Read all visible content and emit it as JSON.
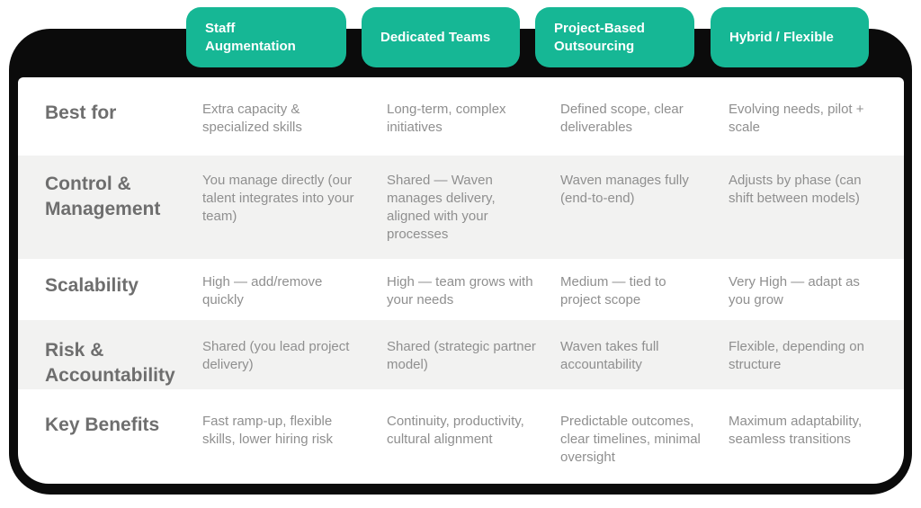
{
  "colors": {
    "accent_teal": "#16B795",
    "shell_black": "#0b0b0b",
    "stripe_gray": "#f2f2f1",
    "label_text": "#6e6e6e",
    "cell_text": "#8f8f8f"
  },
  "chart_data": {
    "type": "table",
    "title": "",
    "columns": [
      "Staff Augmentation",
      "Dedicated Teams",
      "Project-Based Outsourcing",
      "Hybrid / Flexible"
    ],
    "row_labels": [
      "Best for",
      "Control & Management",
      "Scalability",
      "Risk & Accountability",
      "Key Benefits"
    ],
    "rows": [
      {
        "label": "Best for",
        "cells": [
          "Extra capacity & specialized skills",
          "Long-term, complex initiatives",
          "Defined scope, clear deliverables",
          "Evolving needs, pilot + scale"
        ]
      },
      {
        "label": "Control & Management",
        "cells": [
          "You manage directly (our talent integrates into your team)",
          "Shared — Waven manages delivery, aligned with your processes",
          "Waven manages fully (end-to-end)",
          "Adjusts by phase (can shift between models)"
        ]
      },
      {
        "label": "Scalability",
        "cells": [
          "High — add/remove quickly",
          "High — team grows with your needs",
          "Medium — tied to project scope",
          "Very High — adapt as you grow"
        ]
      },
      {
        "label": "Risk & Accountability",
        "cells": [
          "Shared (you lead project delivery)",
          "Shared (strategic partner model)",
          "Waven takes full accountability",
          "Flexible, depending on structure"
        ]
      },
      {
        "label": "Key Benefits",
        "cells": [
          "Fast ramp-up, flexible skills, lower hiring risk",
          "Continuity, productivity, cultural alignment",
          "Predictable outcomes, clear timelines, minimal oversight",
          "Maximum adaptability, seamless transitions"
        ]
      }
    ]
  }
}
